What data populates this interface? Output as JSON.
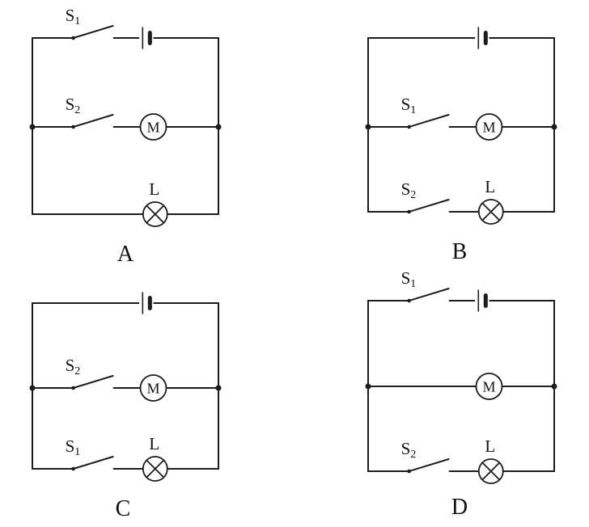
{
  "figure": {
    "background": "#ffffff",
    "line_color": "#1c1c1c",
    "motor_symbol_meaning": "motor-icon",
    "lamp_symbol_meaning": "lamp-icon",
    "battery_symbol_meaning": "battery-cell-icon"
  },
  "circuits": [
    {
      "label": "A",
      "branches": [
        {
          "position": "top",
          "switch": {
            "base": "S",
            "sub": "1"
          },
          "element": "battery",
          "element_label": ""
        },
        {
          "position": "middle",
          "switch": {
            "base": "S",
            "sub": "2"
          },
          "element": "motor",
          "element_label": "M"
        },
        {
          "position": "bottom",
          "switch": null,
          "element": "lamp",
          "element_label": "L"
        }
      ]
    },
    {
      "label": "B",
      "branches": [
        {
          "position": "top",
          "switch": null,
          "element": "battery",
          "element_label": ""
        },
        {
          "position": "middle",
          "switch": {
            "base": "S",
            "sub": "1"
          },
          "element": "motor",
          "element_label": "M"
        },
        {
          "position": "bottom",
          "switch": {
            "base": "S",
            "sub": "2"
          },
          "element": "lamp",
          "element_label": "L"
        }
      ]
    },
    {
      "label": "C",
      "branches": [
        {
          "position": "top",
          "switch": null,
          "element": "battery",
          "element_label": ""
        },
        {
          "position": "middle",
          "switch": {
            "base": "S",
            "sub": "2"
          },
          "element": "motor",
          "element_label": "M"
        },
        {
          "position": "bottom",
          "switch": {
            "base": "S",
            "sub": "1"
          },
          "element": "lamp",
          "element_label": "L"
        }
      ]
    },
    {
      "label": "D",
      "branches": [
        {
          "position": "top",
          "switch": {
            "base": "S",
            "sub": "1"
          },
          "element": "battery",
          "element_label": ""
        },
        {
          "position": "middle",
          "switch": null,
          "element": "motor",
          "element_label": "M"
        },
        {
          "position": "bottom",
          "switch": {
            "base": "S",
            "sub": "2"
          },
          "element": "lamp",
          "element_label": "L"
        }
      ]
    }
  ]
}
